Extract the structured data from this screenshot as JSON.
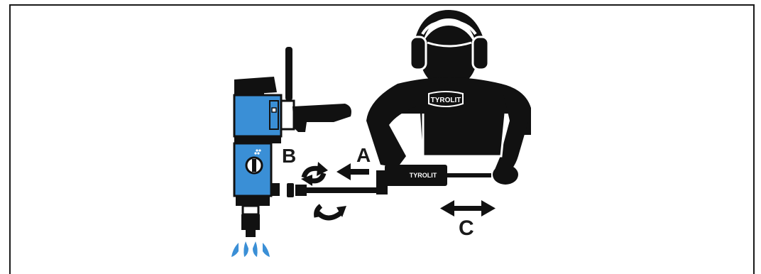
{
  "labels": {
    "a": "A",
    "b": "B",
    "c": "C"
  },
  "brand": {
    "shirt_logo": "TYROLIT",
    "tool_logo": "TYROLIT"
  },
  "colors": {
    "drill_blue": "#3a8fd6",
    "ink": "#111111",
    "water": "#3a8fd6",
    "background": "#ffffff"
  },
  "icons": [
    "drill-motor-icon",
    "operator-icon",
    "ear-protection-icon",
    "water-spray-icon",
    "rotate-arrow-icon",
    "direction-arrow-icon",
    "double-arrow-icon"
  ]
}
